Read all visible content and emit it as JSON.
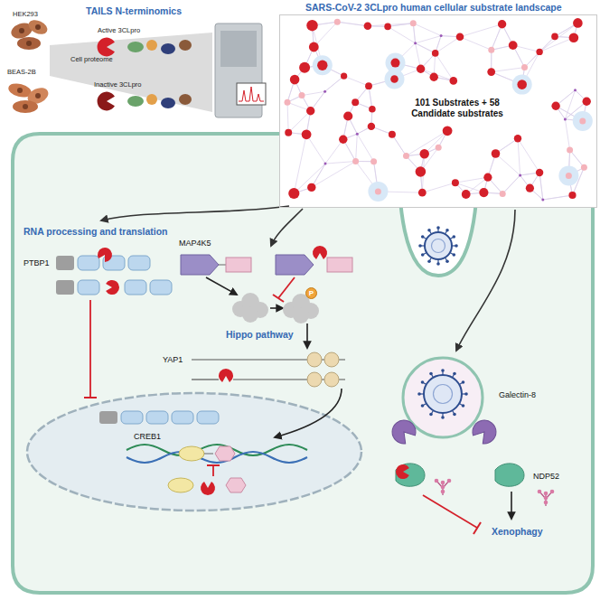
{
  "diagram": {
    "nodes": [
      {
        "text": [
          "SARS-CoV-2 3CLpro human cellular substrate landscape",
          "101 Substrates + 58 Candidate substrates"
        ]
      },
      {
        "text": [
          "P"
        ]
      }
    ],
    "labels": [
      "TAILS N-terminomics",
      "HEK293",
      "BEAS-2B",
      "Active 3CLpro",
      "Cell proteome",
      "Inactive 3CLpro",
      "RNA processing and translation",
      "PTBP1",
      "MAP4K5",
      "Hippo pathway",
      "YAP1",
      "CREB1",
      "Galectin-8",
      "NDP52",
      "Xenophagy"
    ]
  }
}
